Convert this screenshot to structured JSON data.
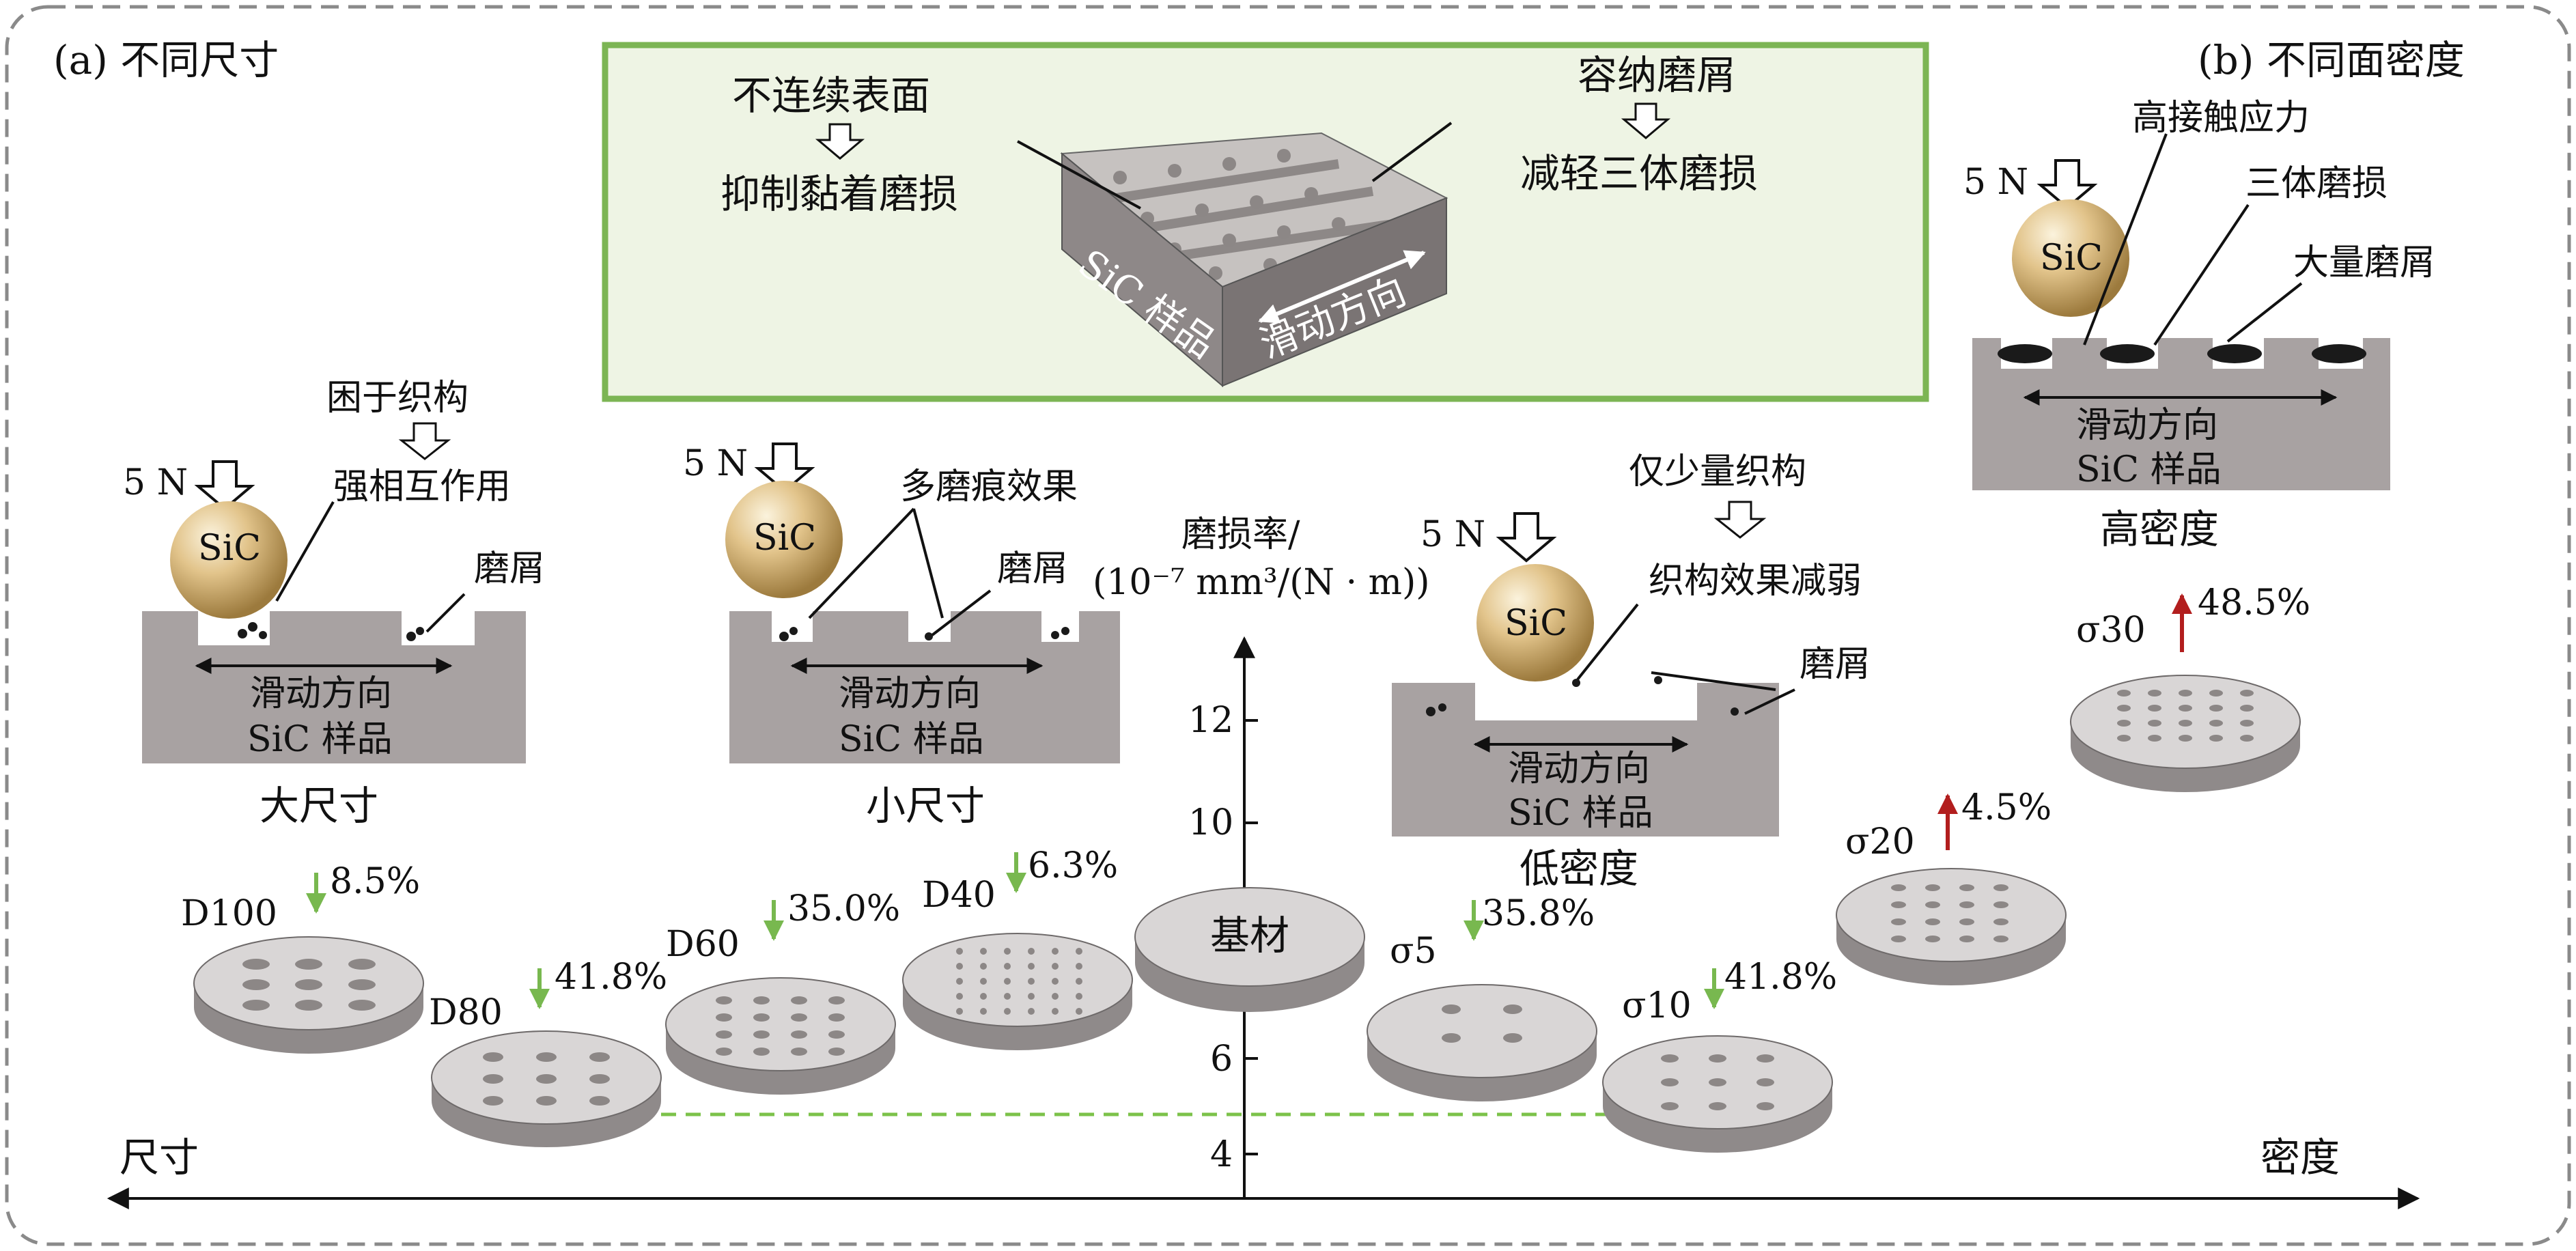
{
  "panels": {
    "a_title": "(a) 不同尺寸",
    "b_title": "(b) 不同面密度"
  },
  "inset": {
    "left_top": "不连续表面",
    "left_bottom": "抑制黏着磨损",
    "right_top": "容纳磨屑",
    "right_bottom": "减轻三体磨损",
    "sample_label": "SiC 样品",
    "direction_label": "滑动方向"
  },
  "schematics": {
    "large": {
      "caption": "大尺寸",
      "load": "5 N",
      "ball": "SiC",
      "note_top": "困于织构",
      "note_bottom": "强相互作用",
      "debris": "磨屑",
      "direction": "滑动方向",
      "sample": "SiC 样品"
    },
    "small": {
      "caption": "小尺寸",
      "load": "5 N",
      "ball": "SiC",
      "note": "多磨痕效果",
      "debris": "磨屑",
      "direction": "滑动方向",
      "sample": "SiC 样品"
    },
    "low_density": {
      "caption": "低密度",
      "load": "5 N",
      "ball": "SiC",
      "note_top": "仅少量织构",
      "note_bottom": "织构效果减弱",
      "debris": "磨屑",
      "direction": "滑动方向",
      "sample": "SiC 样品"
    },
    "high_density": {
      "caption": "高密度",
      "load": "5 N",
      "ball": "SiC",
      "note1": "高接触应力",
      "note2": "三体磨损",
      "note3": "大量磨屑",
      "direction": "滑动方向",
      "sample": "SiC 样品"
    }
  },
  "axis": {
    "title_line1": "磨损率/",
    "title_line2": "(10⁻⁷ mm³/(N · m))",
    "ticks": [
      "4",
      "6",
      "10",
      "12"
    ],
    "x_left": "尺寸",
    "x_right": "密度"
  },
  "base_disk": "基材",
  "samples": [
    {
      "name": "D100",
      "change": "8.5%",
      "direction": "down"
    },
    {
      "name": "D80",
      "change": "41.8%",
      "direction": "down"
    },
    {
      "name": "D60",
      "change": "35.0%",
      "direction": "down"
    },
    {
      "name": "D40",
      "change": "6.3%",
      "direction": "down"
    },
    {
      "name": "σ5",
      "change": "35.8%",
      "direction": "down"
    },
    {
      "name": "σ10",
      "change": "41.8%",
      "direction": "down"
    },
    {
      "name": "σ20",
      "change": "4.5%",
      "direction": "up"
    },
    {
      "name": "σ30",
      "change": "48.5%",
      "direction": "up"
    }
  ],
  "colors": {
    "frame": "#8a8a8a",
    "inset_border": "#7cb554",
    "inset_fill": "#eef4e4",
    "block": "#a8a2a2",
    "disk_top": "#d9d6d6",
    "disk_side": "#8f8a8a",
    "ball": "#d9b678",
    "down_arrow": "#78b84f",
    "up_arrow": "#b21e1e",
    "dashed": "#7cc24a"
  }
}
